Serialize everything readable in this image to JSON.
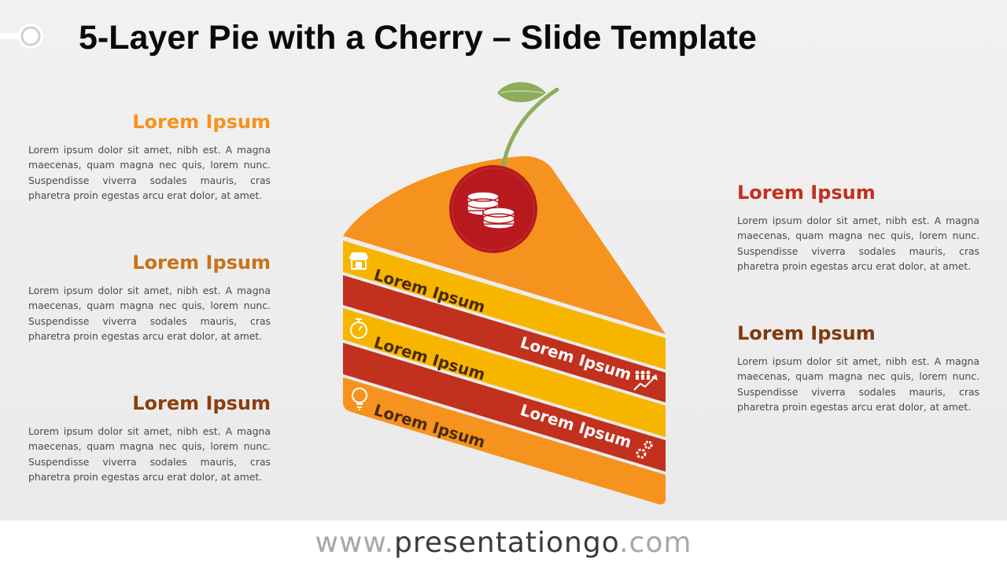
{
  "title": "5-Layer Pie with a Cherry – Slide Template",
  "colors": {
    "orange": "#F6921E",
    "yellow": "#F8B500",
    "red": "#C1311D",
    "brown": "#7F3A0D",
    "stem": "#8DAD5B",
    "leaf": "#8DAD5B",
    "cherry": "#B7191E"
  },
  "blocks": [
    {
      "id": "left-1",
      "heading": "Lorem Ipsum",
      "color": "#F6921E",
      "text": "Lorem ipsum dolor sit amet, nibh est. A magna maecenas, quam magna nec quis, lorem nunc. Suspendisse viverra sodales mauris, cras pharetra proin egestas arcu erat dolor, at amet."
    },
    {
      "id": "left-2",
      "heading": "Lorem Ipsum",
      "color": "#C97216",
      "text": "Lorem ipsum dolor sit amet, nibh est. A magna maecenas, quam magna nec quis, lorem nunc. Suspendisse viverra sodales mauris, cras pharetra proin egestas arcu erat dolor, at amet."
    },
    {
      "id": "left-3",
      "heading": "Lorem Ipsum",
      "color": "#8C3E0D",
      "text": "Lorem ipsum dolor sit amet, nibh est. A magna maecenas, quam magna nec quis, lorem nunc. Suspendisse viverra sodales mauris, cras pharetra proin egestas arcu erat dolor, at amet."
    },
    {
      "id": "right-1",
      "heading": "Lorem Ipsum",
      "color": "#C1311D",
      "text": "Lorem ipsum dolor sit amet, nibh est. A magna maecenas, quam magna nec quis, lorem nunc. Suspendisse viverra sodales mauris, cras pharetra proin egestas arcu erat dolor, at amet."
    },
    {
      "id": "right-2",
      "heading": "Lorem Ipsum",
      "color": "#7F3A0D",
      "text": "Lorem ipsum dolor sit amet, nibh est. A magna maecenas, quam magna nec quis, lorem nunc. Suspendisse viverra sodales mauris, cras pharetra proin egestas arcu erat dolor, at amet."
    }
  ],
  "layers": [
    {
      "label": "Lorem Ipsum",
      "icon": "store-icon",
      "color": "#F8B500",
      "text_color": "#4A2A06"
    },
    {
      "label": "Lorem Ipsum",
      "icon": "growth-people-icon",
      "color": "#C1311D",
      "text_color": "#FFFFFF"
    },
    {
      "label": "Lorem Ipsum",
      "icon": "stopwatch-icon",
      "color": "#F8B500",
      "text_color": "#4A2A06"
    },
    {
      "label": "Lorem Ipsum",
      "icon": "gears-icon",
      "color": "#C1311D",
      "text_color": "#FFFFFF"
    },
    {
      "label": "Lorem Ipsum",
      "icon": "lightbulb-icon",
      "color": "#F6921E",
      "text_color": "#4A2A06"
    }
  ],
  "cherry_icon": "coins-icon",
  "footer": {
    "prefix": "www.",
    "name": "presentationgo",
    "suffix": ".com"
  }
}
